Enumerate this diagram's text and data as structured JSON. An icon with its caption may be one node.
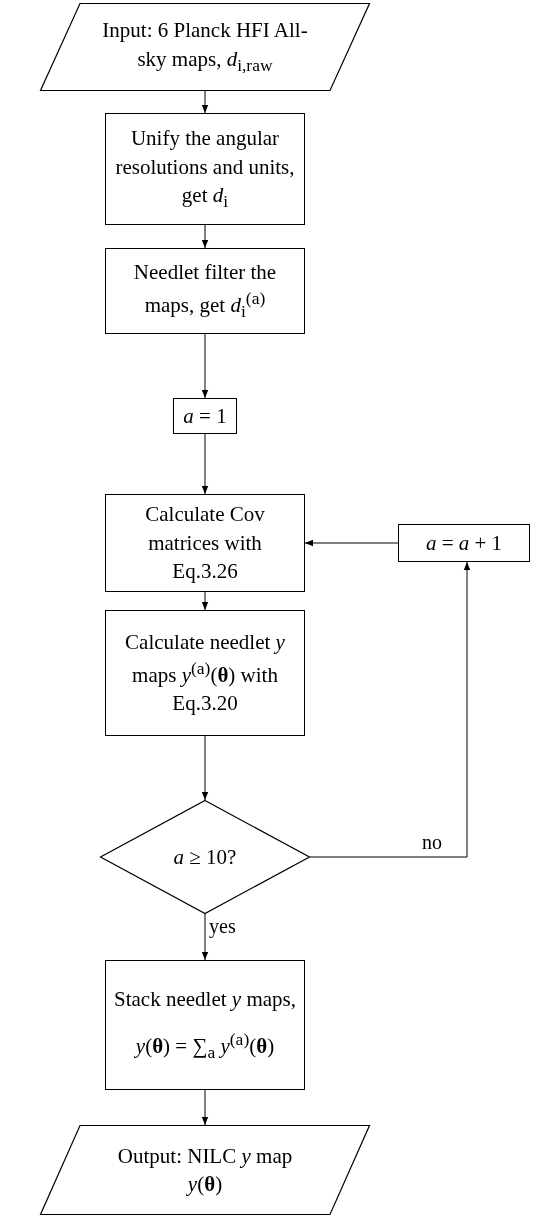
{
  "diagram": {
    "nodes": [
      {
        "text": [
          "Input: 6 Planck HFI All-sky maps, *d*$_{i,raw}$"
        ]
      },
      {
        "text": [
          "Unify the angular resolutions and units, get *d*$_{i}$"
        ]
      },
      {
        "text": [
          "Needlet filter the maps, get *d*$_{i}$$^{(a)}$"
        ]
      },
      {
        "text": [
          "*a* = 1"
        ]
      },
      {
        "text": [
          "Calculate Cov matrices with Eq.3.26"
        ]
      },
      {
        "text": [
          "*a* = *a* + 1"
        ]
      },
      {
        "text": [
          "Calculate needlet *y* maps *y*$^{(a)}$(**θ**) with Eq.3.20"
        ]
      },
      {
        "text": [
          "*a* ≥ 10?"
        ]
      },
      {
        "text": [
          "Stack needlet *y* maps,",
          "*y*(**θ**) = ∑$_{a}$ *y*$^{(a)}$(**θ**)"
        ]
      },
      {
        "text": [
          "Output: NILC *y* map *y*(**θ**)"
        ]
      }
    ],
    "edges": [
      {
        "from": 0,
        "to": 1,
        "arrow": "to"
      },
      {
        "from": 1,
        "to": 2,
        "arrow": "to"
      },
      {
        "from": 2,
        "to": 3,
        "arrow": "to"
      },
      {
        "from": 3,
        "to": 4,
        "arrow": "to"
      },
      {
        "from": 4,
        "to": 6,
        "arrow": "to"
      },
      {
        "from": 6,
        "to": 7,
        "arrow": "to"
      },
      {
        "from": 7,
        "to": 8,
        "arrow": "to",
        "label": "yes"
      },
      {
        "from": 7,
        "to": 5,
        "arrow": "to",
        "label": "no"
      },
      {
        "from": 5,
        "to": 4,
        "arrow": "to"
      },
      {
        "from": 8,
        "to": 9,
        "arrow": "to"
      }
    ]
  }
}
